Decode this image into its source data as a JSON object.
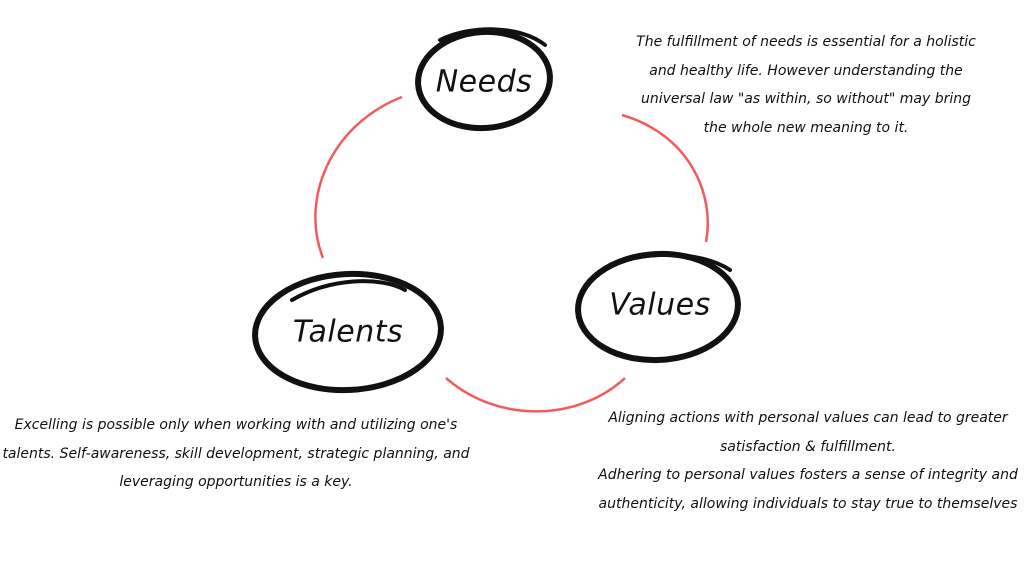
{
  "nodes": {
    "needs": "Needs",
    "values": "Values",
    "talents": "Talents"
  },
  "descriptions": {
    "needs": [
      "The fulfillment of needs is essential for a holistic",
      "and healthy life. However understanding the",
      "universal law \"as within, so without\" may bring",
      "the whole new meaning to it."
    ],
    "talents": [
      "Excelling is possible only when working with and utilizing one's",
      "talents. Self-awareness, skill development, strategic planning, and",
      "leveraging opportunities is a key."
    ],
    "values": [
      "Aligning actions with personal values can lead to greater",
      "satisfaction & fulfillment.",
      "Adhering to personal values fosters a sense of integrity and",
      "authenticity, allowing individuals to stay true to themselves"
    ]
  },
  "colors": {
    "connector": "#f25c5c",
    "outline": "#111111"
  }
}
